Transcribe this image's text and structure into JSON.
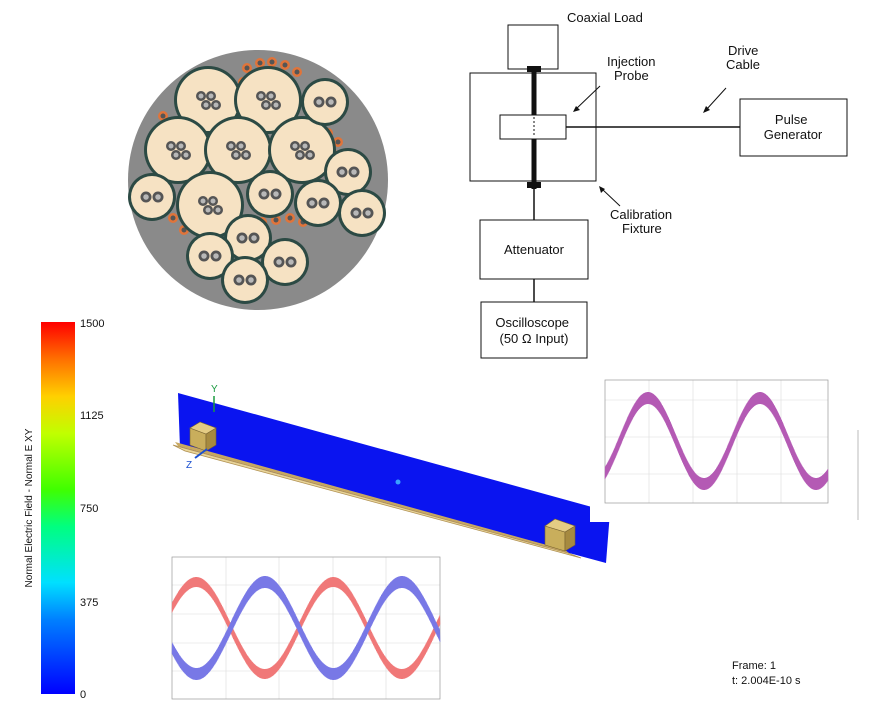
{
  "calibration_diagram": {
    "coaxial_load": "Coaxial Load",
    "injection_probe": [
      "Injection",
      "Probe"
    ],
    "drive_cable": [
      "Drive",
      "Cable"
    ],
    "pulse_generator": [
      "Pulse",
      "Generator"
    ],
    "calibration_fixture": [
      "Calibration",
      "Fixture"
    ],
    "attenuator": "Attenuator",
    "oscilloscope": [
      "Oscilloscope",
      "(50 Ω Input)"
    ]
  },
  "colorbar": {
    "title": "Normal Electric Field - Normal E XY",
    "ticks": [
      "1500",
      "1125",
      "750",
      "375",
      "0"
    ]
  },
  "simulation": {
    "axis_y": "Y",
    "axis_z": "Z",
    "frame_line": "Frame: 1",
    "time_line": "t: 2.004E-10 s"
  },
  "colors": {
    "cable_fill": "#8a8a8a",
    "conductor_fill": "#f6e2c3",
    "wire_orange": "#e0743a",
    "field_plane": "#0a14f0",
    "trace_pink": "#b45ab4",
    "trace_red": "#f07878",
    "trace_blue": "#7878e6"
  }
}
